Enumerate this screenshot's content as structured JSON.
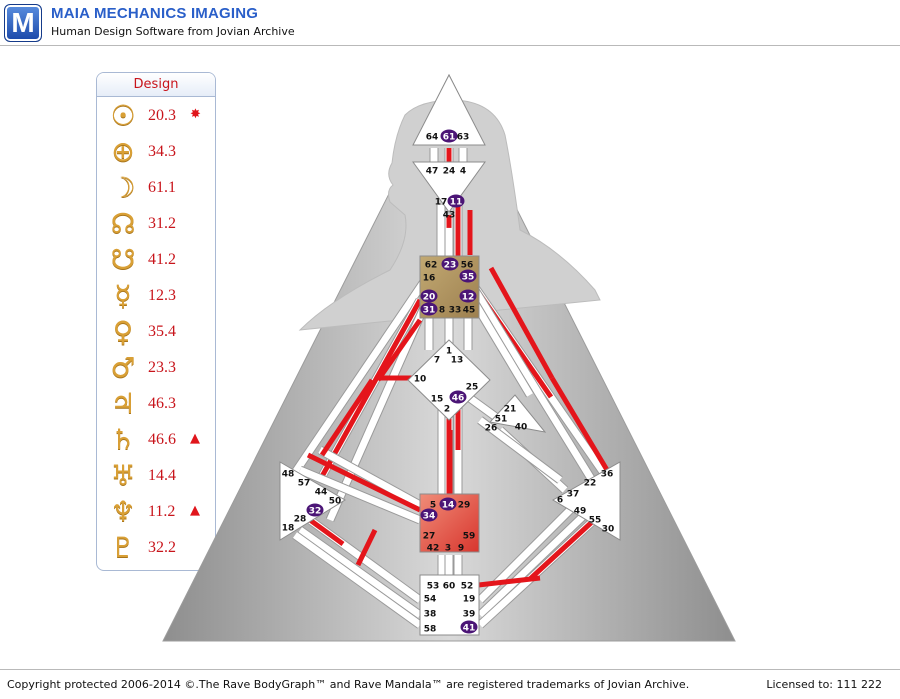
{
  "header": {
    "logo_letter": "M",
    "title": "MAIA MECHANICS IMAGING",
    "subtitle": "Human Design Software from Jovian Archive"
  },
  "design_panel": {
    "title": "Design",
    "planets": [
      {
        "name": "sun",
        "glyph": "☉",
        "value": "20.3",
        "mark": "✸"
      },
      {
        "name": "earth",
        "glyph": "⊕",
        "value": "34.3",
        "mark": ""
      },
      {
        "name": "moon",
        "glyph": "☽",
        "value": "61.1",
        "mark": ""
      },
      {
        "name": "north-node",
        "glyph": "☊",
        "value": "31.2",
        "mark": ""
      },
      {
        "name": "south-node",
        "glyph": "☋",
        "value": "41.2",
        "mark": ""
      },
      {
        "name": "mercury",
        "glyph": "☿",
        "value": "12.3",
        "mark": ""
      },
      {
        "name": "venus",
        "glyph": "♀",
        "value": "35.4",
        "mark": ""
      },
      {
        "name": "mars",
        "glyph": "♂",
        "value": "23.3",
        "mark": ""
      },
      {
        "name": "jupiter",
        "glyph": "♃",
        "value": "46.3",
        "mark": ""
      },
      {
        "name": "saturn",
        "glyph": "♄",
        "value": "46.6",
        "mark": "▲"
      },
      {
        "name": "uranus",
        "glyph": "♅",
        "value": "14.4",
        "mark": ""
      },
      {
        "name": "neptune",
        "glyph": "♆",
        "value": "11.2",
        "mark": "▲"
      },
      {
        "name": "pluto",
        "glyph": "♇",
        "value": "32.2",
        "mark": ""
      }
    ]
  },
  "bodygraph": {
    "colors": {
      "defined_channel": "#e4151b",
      "undefined_channel": "#ffffff",
      "activated_gate": "#4b1576",
      "g_center": "#b59a63",
      "sacral_center": "#e05a4a",
      "background_triangle": "#a9a9a9"
    },
    "gate_labels": [
      "64",
      "61",
      "63",
      "47",
      "24",
      "4",
      "17",
      "11",
      "43",
      "62",
      "23",
      "56",
      "16",
      "35",
      "20",
      "12",
      "31",
      "8",
      "33",
      "45",
      "1",
      "7",
      "13",
      "10",
      "25",
      "15",
      "46",
      "2",
      "21",
      "51",
      "26",
      "40",
      "48",
      "57",
      "44",
      "50",
      "32",
      "18",
      "28",
      "5",
      "14",
      "29",
      "34",
      "27",
      "59",
      "42",
      "3",
      "9",
      "36",
      "22",
      "37",
      "6",
      "49",
      "55",
      "30",
      "53",
      "60",
      "52",
      "54",
      "19",
      "38",
      "39",
      "58",
      "41"
    ],
    "activated_gates": [
      "61",
      "11",
      "23",
      "35",
      "20",
      "12",
      "31",
      "46",
      "14",
      "34",
      "32",
      "41"
    ]
  },
  "footer": {
    "copyright": "Copyright protected 2006-2014 ©.The Rave BodyGraph™ and Rave Mandala™ are registered trademarks of Jovian Archive.",
    "license": "Licensed to: 111 222"
  }
}
